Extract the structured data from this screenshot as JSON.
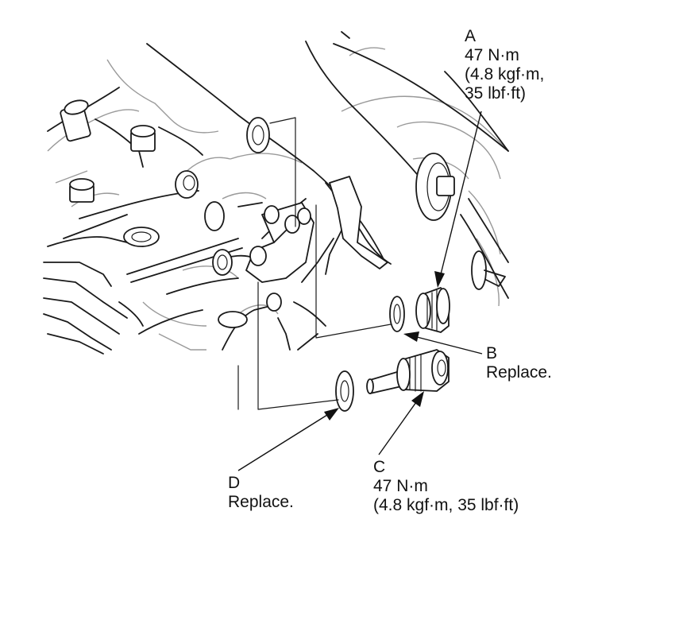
{
  "callouts": {
    "A": {
      "letter": "A",
      "torque_nm": "47 N·m",
      "torque_kgf": "(4.8 kgf·m,",
      "torque_lbf": "35 lbf·ft)"
    },
    "B": {
      "letter": "B",
      "note": "Replace."
    },
    "C": {
      "letter": "C",
      "torque_nm": "47 N·m",
      "torque_alt": "(4.8 kgf·m, 35 lbf·ft)"
    },
    "D": {
      "letter": "D",
      "note": "Replace."
    }
  },
  "colors": {
    "ink": "#1a1a1a",
    "gray": "#9a9a9a",
    "paper": "#ffffff"
  }
}
